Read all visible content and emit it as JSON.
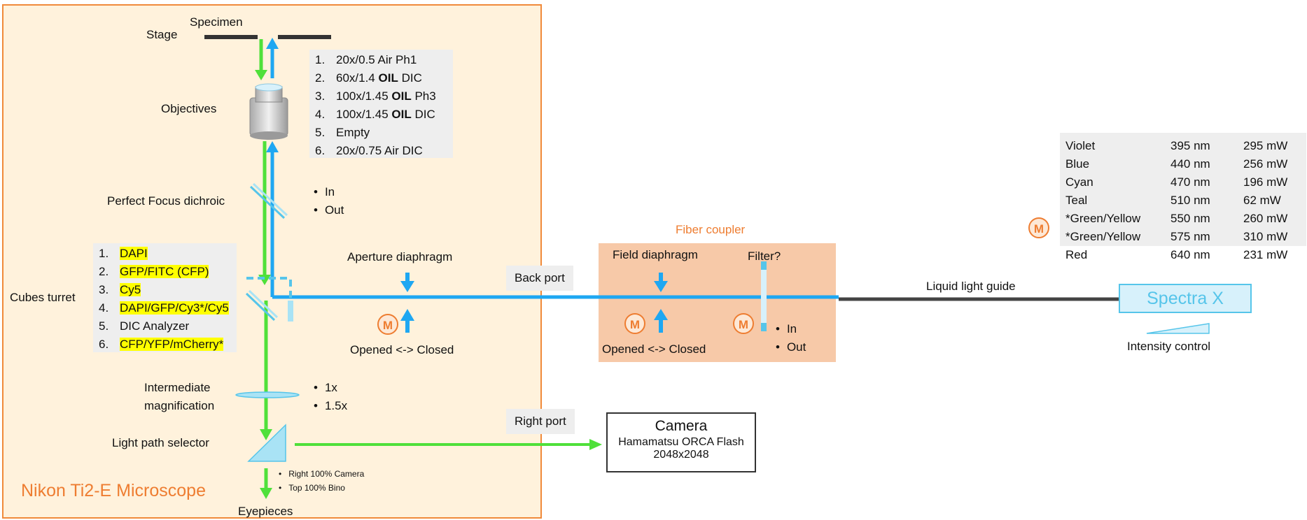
{
  "microscope": {
    "title": "Nikon Ti2-E Microscope",
    "stage_label": "Stage",
    "specimen_label": "Specimen",
    "objectives_label": "Objectives",
    "objectives": [
      {
        "num": "1.",
        "pre": "20x/0.5 Air Ph1",
        "bold": "",
        "post": ""
      },
      {
        "num": "2.",
        "pre": "60x/1.4 ",
        "bold": "OIL",
        "post": " DIC"
      },
      {
        "num": "3.",
        "pre": "100x/1.45 ",
        "bold": "OIL",
        "post": " Ph3"
      },
      {
        "num": "4.",
        "pre": "100x/1.45 ",
        "bold": "OIL",
        "post": " DIC"
      },
      {
        "num": "5.",
        "pre": "Empty",
        "bold": "",
        "post": ""
      },
      {
        "num": "6.",
        "pre": "20x/0.75 Air DIC",
        "bold": "",
        "post": ""
      }
    ],
    "perfect_focus_label": "Perfect Focus dichroic",
    "perfect_focus_options": [
      "In",
      "Out"
    ],
    "cubes_label": "Cubes turret",
    "cubes": [
      {
        "num": "1.",
        "label": "DAPI",
        "highlight": true
      },
      {
        "num": "2.",
        "label": "GFP/FITC (CFP)",
        "highlight": true
      },
      {
        "num": "3.",
        "label": "Cy5",
        "highlight": true
      },
      {
        "num": "4.",
        "label": "DAPI/GFP/Cy3*/Cy5",
        "highlight": true
      },
      {
        "num": "5.",
        "label": "DIC Analyzer",
        "highlight": false
      },
      {
        "num": "6.",
        "label": "CFP/YFP/mCherry*",
        "highlight": true
      }
    ],
    "aperture_label": "Aperture diaphragm",
    "aperture_range": "Opened <-> Closed",
    "intermediate_label_1": "Intermediate",
    "intermediate_label_2": "magnification",
    "intermediate_options": [
      "1x",
      "1.5x"
    ],
    "light_path_label": "Light path selector",
    "light_path_options": [
      "Right 100% Camera",
      "Top 100% Bino"
    ],
    "eyepieces_label": "Eyepieces"
  },
  "ports": {
    "back": "Back port",
    "right": "Right port"
  },
  "fiber_coupler": {
    "title": "Fiber coupler",
    "field_label": "Field diaphragm",
    "field_range": "Opened <-> Closed",
    "filter_label": "Filter?",
    "filter_options": [
      "In",
      "Out"
    ]
  },
  "camera": {
    "title": "Camera",
    "model": "Hamamatsu ORCA Flash",
    "resolution": "2048x2048"
  },
  "light_guide_label": "Liquid light guide",
  "light_source": {
    "name": "Spectra X",
    "intensity_label": "Intensity control",
    "lasers": [
      {
        "color": "Violet",
        "wavelength": "395 nm",
        "power": "295 mW"
      },
      {
        "color": "Blue",
        "wavelength": "440 nm",
        "power": "256 mW"
      },
      {
        "color": "Cyan",
        "wavelength": "470 nm",
        "power": "196 mW"
      },
      {
        "color": "Teal",
        "wavelength": "510 nm",
        "power": "62 mW"
      },
      {
        "color": "*Green/Yellow",
        "wavelength": "550 nm",
        "power": "260 mW"
      },
      {
        "color": "*Green/Yellow",
        "wavelength": "575 nm",
        "power": "310 mW"
      },
      {
        "color": "Red",
        "wavelength": "640 nm",
        "power": "231 mW"
      }
    ]
  },
  "motor_label": "M",
  "colors": {
    "excitation": "#1ea7f2",
    "emission": "#4fe03a",
    "accent": "#ee7d31"
  }
}
